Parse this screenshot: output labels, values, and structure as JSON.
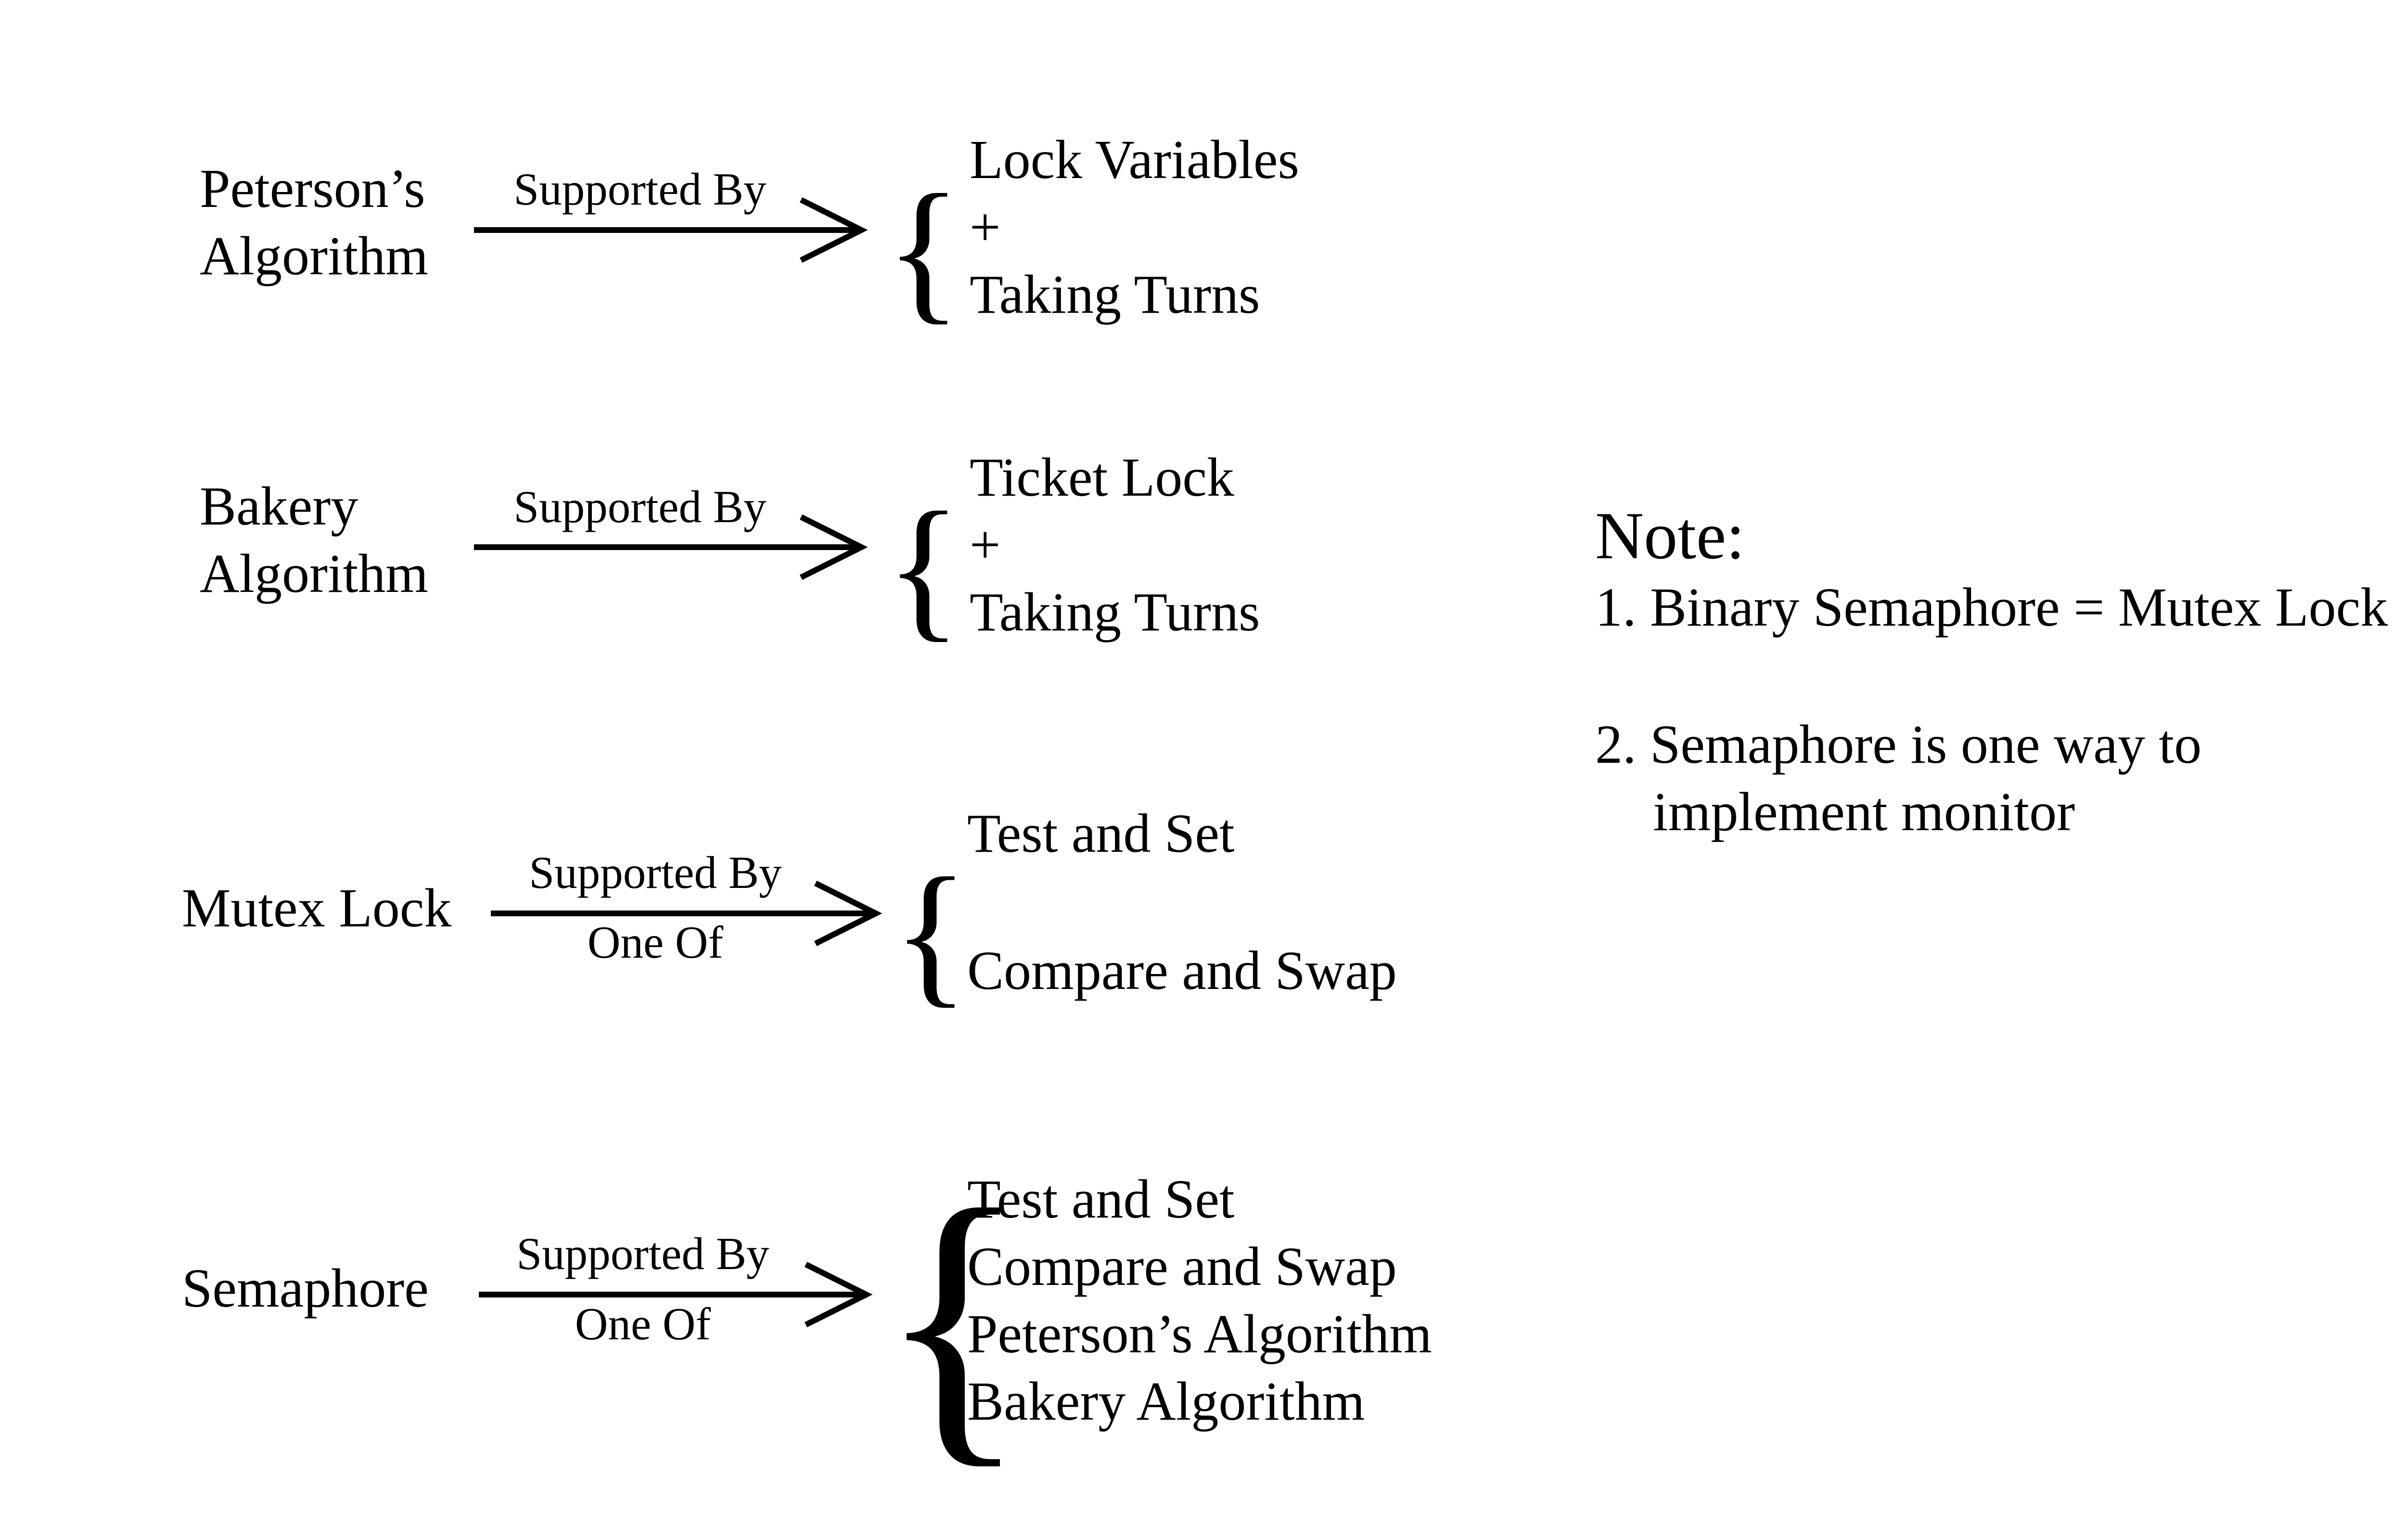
{
  "colors": {
    "ink": "#000000",
    "background": "#ffffff"
  },
  "rows": [
    {
      "source_lines": [
        "Peterson’s",
        "Algorithm"
      ],
      "relation_top": "Supported By",
      "relation_bottom": "",
      "targets": [
        "Lock Variables",
        "+",
        "Taking Turns"
      ]
    },
    {
      "source_lines": [
        "Bakery",
        "Algorithm"
      ],
      "relation_top": "Supported By",
      "relation_bottom": "",
      "targets": [
        "Ticket Lock",
        "+",
        "Taking Turns"
      ]
    },
    {
      "source_lines": [
        "Mutex Lock"
      ],
      "relation_top": "Supported By",
      "relation_bottom": "One Of",
      "targets": [
        "Test and Set",
        "Compare and Swap"
      ]
    },
    {
      "source_lines": [
        "Semaphore"
      ],
      "relation_top": "Supported By",
      "relation_bottom": "One Of",
      "targets": [
        "Test and Set",
        "Compare and Swap",
        "Peterson’s Algorithm",
        "Bakery Algorithm"
      ]
    }
  ],
  "brace_glyph": "{",
  "note": {
    "title": "Note:",
    "items": [
      {
        "lines": [
          "1. Binary Semaphore = Mutex Lock"
        ]
      },
      {
        "lines": [
          "2. Semaphore is one way to",
          "implement monitor"
        ]
      }
    ]
  }
}
